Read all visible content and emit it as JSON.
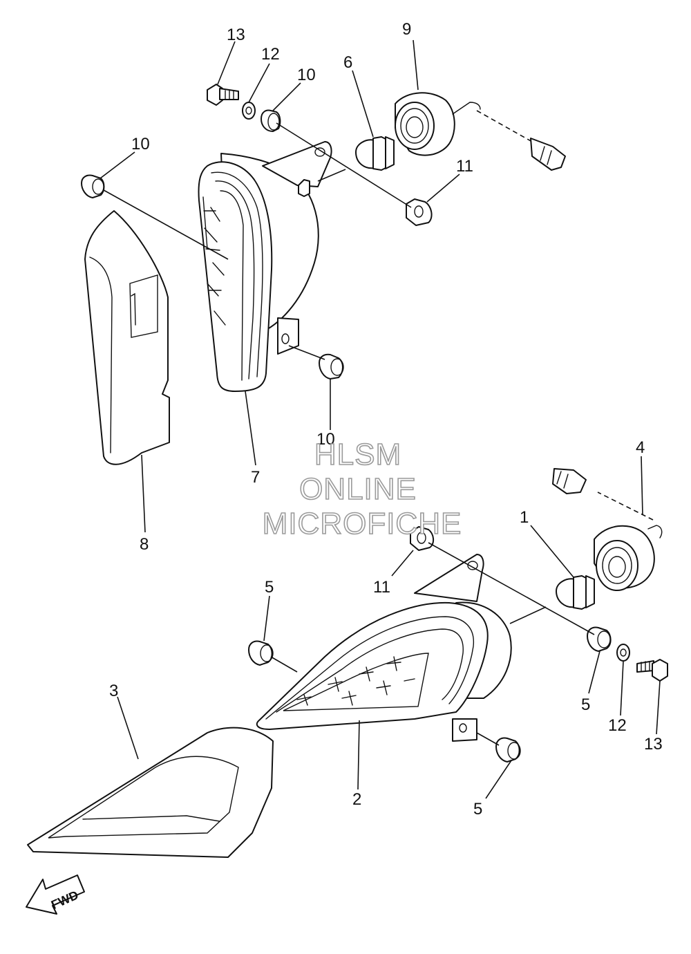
{
  "watermark": {
    "line1": "HLSM",
    "line2": "ONLINE",
    "line3": "MICROFICHE",
    "stroke_color": "#9a9a9a"
  },
  "direction_arrow": {
    "label": "FWD"
  },
  "callouts": {
    "c1": "1",
    "c2": "2",
    "c3": "3",
    "c4": "4",
    "c5a": "5",
    "c5b": "5",
    "c5c": "5",
    "c6": "6",
    "c7": "7",
    "c8": "8",
    "c9": "9",
    "c10a": "10",
    "c10b": "10",
    "c10c": "10",
    "c11a": "11",
    "c11b": "11",
    "c12a": "12",
    "c12b": "12",
    "c13a": "13",
    "c13b": "13"
  },
  "colors": {
    "line": "#111111",
    "background": "#ffffff"
  }
}
